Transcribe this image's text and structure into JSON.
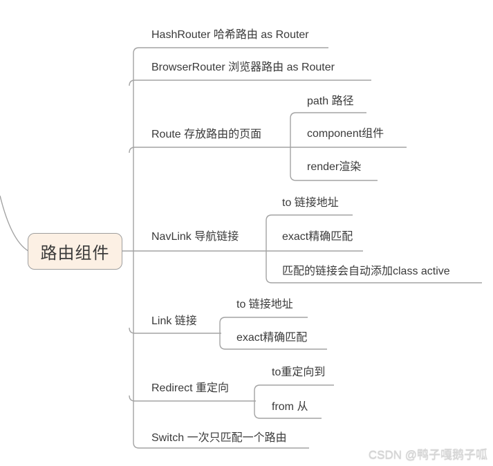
{
  "root": {
    "label": "路由组件"
  },
  "branches": [
    {
      "label": "HashRouter 哈希路由 as Router",
      "children": []
    },
    {
      "label": "BrowserRouter 浏览器路由 as Router",
      "children": []
    },
    {
      "label": "Route 存放路由的页面",
      "children": [
        {
          "label": "path 路径"
        },
        {
          "label": "component组件"
        },
        {
          "label": "render渲染"
        }
      ]
    },
    {
      "label": "NavLink 导航链接",
      "children": [
        {
          "label": "to 链接地址"
        },
        {
          "label": "exact精确匹配"
        },
        {
          "label": "匹配的链接会自动添加class active"
        }
      ]
    },
    {
      "label": "Link 链接",
      "children": [
        {
          "label": "to 链接地址"
        },
        {
          "label": "exact精确匹配"
        }
      ]
    },
    {
      "label": "Redirect 重定向",
      "children": [
        {
          "label": "to重定向到"
        },
        {
          "label": "from 从"
        }
      ]
    },
    {
      "label": "Switch 一次只匹配一个路由",
      "children": []
    }
  ],
  "watermark": "CSDN @鸭子嘎鹅子呱",
  "colors": {
    "line": "#a3a3a3",
    "text": "#3a3a3a",
    "root_fill": "#fcf0e4",
    "root_border": "#9e9e9e",
    "watermark": "#d6d6d6",
    "background": "#ffffff"
  }
}
